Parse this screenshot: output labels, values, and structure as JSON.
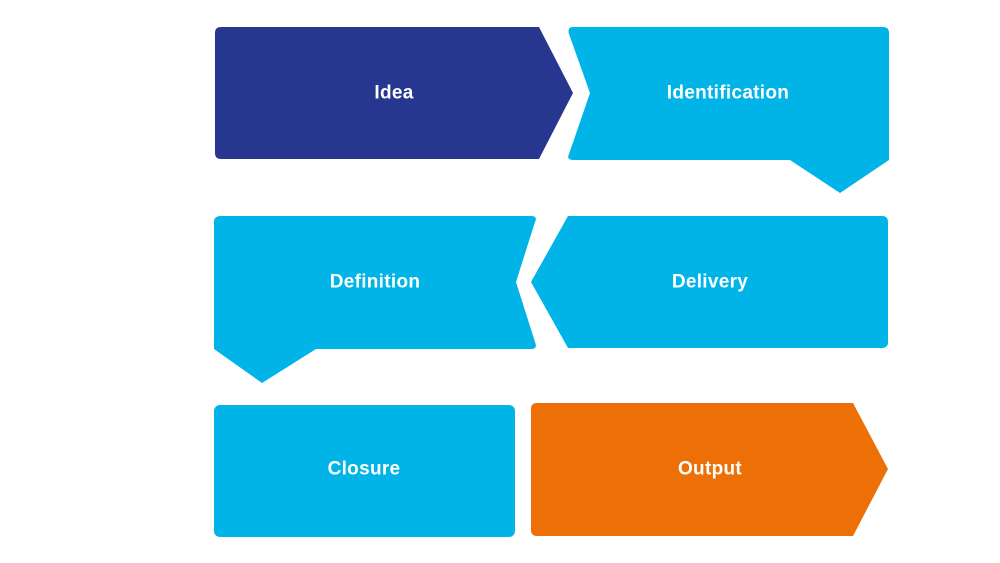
{
  "colors": {
    "idea": "#27378f",
    "process": "#00b4e8",
    "output": "#ec7006",
    "label": "#ffffff",
    "background": "#ffffff"
  },
  "steps": [
    {
      "label": "Idea"
    },
    {
      "label": "Identification"
    },
    {
      "label": "Definition"
    },
    {
      "label": "Delivery"
    },
    {
      "label": "Closure"
    },
    {
      "label": "Output"
    }
  ]
}
